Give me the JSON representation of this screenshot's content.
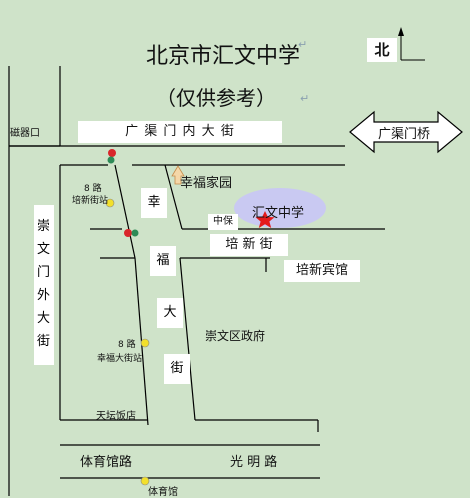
{
  "title": "北京市汇文中学",
  "subtitle": "（仅供参考）",
  "north": "北",
  "school": "汇文中学",
  "streets": {
    "guangqu_inner": "广 渠 门 内 大 街",
    "guangqu_bridge": "广渠门桥",
    "chongwen_outer": [
      "崇",
      "文",
      "门",
      "外",
      "大",
      "街"
    ],
    "xingfu_street": [
      "幸",
      "福",
      "大",
      "街"
    ],
    "peixin_street": "培 新 街",
    "tiyuguan_road": "体育馆路",
    "guangming_road": "光 明 路"
  },
  "places": {
    "ciqi_kou": "磁器口",
    "xingfu_home": "幸福家园",
    "zhongbao": "中保",
    "peixin_hotel": "培新宾馆",
    "district_gov": "崇文区政府",
    "tiantan_hotel": "天坛饭店"
  },
  "bus_stops": {
    "stop1_line": "8 路",
    "stop1_name": "培新街站",
    "stop2_line": "8 路",
    "stop2_name": "幸福大街站",
    "stop3_name": "体育馆"
  },
  "colors": {
    "background": "#cfe3c9",
    "road": "#000000",
    "label_bg": "#ffffff",
    "school_ellipse": "#c9c9f2",
    "star": "#e41b1b",
    "signal_red": "#d9262b",
    "signal_green": "#2e8b57",
    "bus_stop": "#f2e02c"
  }
}
